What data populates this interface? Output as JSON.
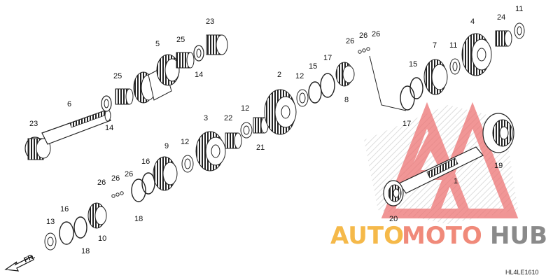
{
  "diagram": {
    "callouts": {
      "c1": "1",
      "c2": "2",
      "c3": "3",
      "c4": "4",
      "c5": "5",
      "c6": "6",
      "c7": "7",
      "c8": "8",
      "c9": "9",
      "c10": "10",
      "c11a": "11",
      "c11b": "11",
      "c12a": "12",
      "c12b": "12",
      "c12c": "12",
      "c13": "13",
      "c14a": "14",
      "c14b": "14",
      "c15a": "15",
      "c15b": "15",
      "c16a": "16",
      "c16b": "16",
      "c17a": "17",
      "c17b": "17",
      "c18a": "18",
      "c18b": "18",
      "c19": "19",
      "c20": "20",
      "c21": "21",
      "c22": "22",
      "c23a": "23",
      "c23b": "23",
      "c24": "24",
      "c25a": "25",
      "c25b": "25",
      "c26a": "26",
      "c26b": "26",
      "c26c": "26",
      "c26d": "26",
      "c26e": "26",
      "c26f": "26"
    },
    "direction_label": "FR.",
    "diagram_code": "HL4LE1610"
  },
  "watermark": {
    "word_part1": "AUTO",
    "word_part2": "MOTO",
    "word_part3": "HUB",
    "color_part1": "#f5b94a",
    "color_part2": "#f08a7a",
    "color_part3": "#8a8a8a",
    "triangle_color": "#e85a5a"
  }
}
